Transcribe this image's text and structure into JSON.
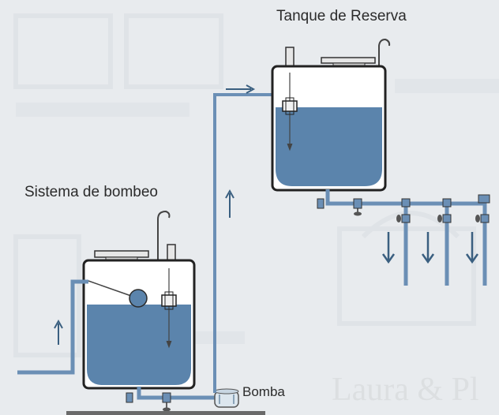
{
  "diagram": {
    "reserve_tank_title": "Tanque de Reserva",
    "pump_system_title": "Sistema de bombeo",
    "pump_label": "Bomba"
  },
  "colors": {
    "water": "#5b84ac",
    "pipe": "#6b8fb5",
    "outline": "#2a2a2a",
    "arrow": "#3a5f80",
    "background": "#e9ecef"
  },
  "icons": [
    "arrow-up-icon",
    "arrow-right-icon",
    "arrow-down-icon",
    "float-valve-icon",
    "pump-icon",
    "valve-icon"
  ]
}
